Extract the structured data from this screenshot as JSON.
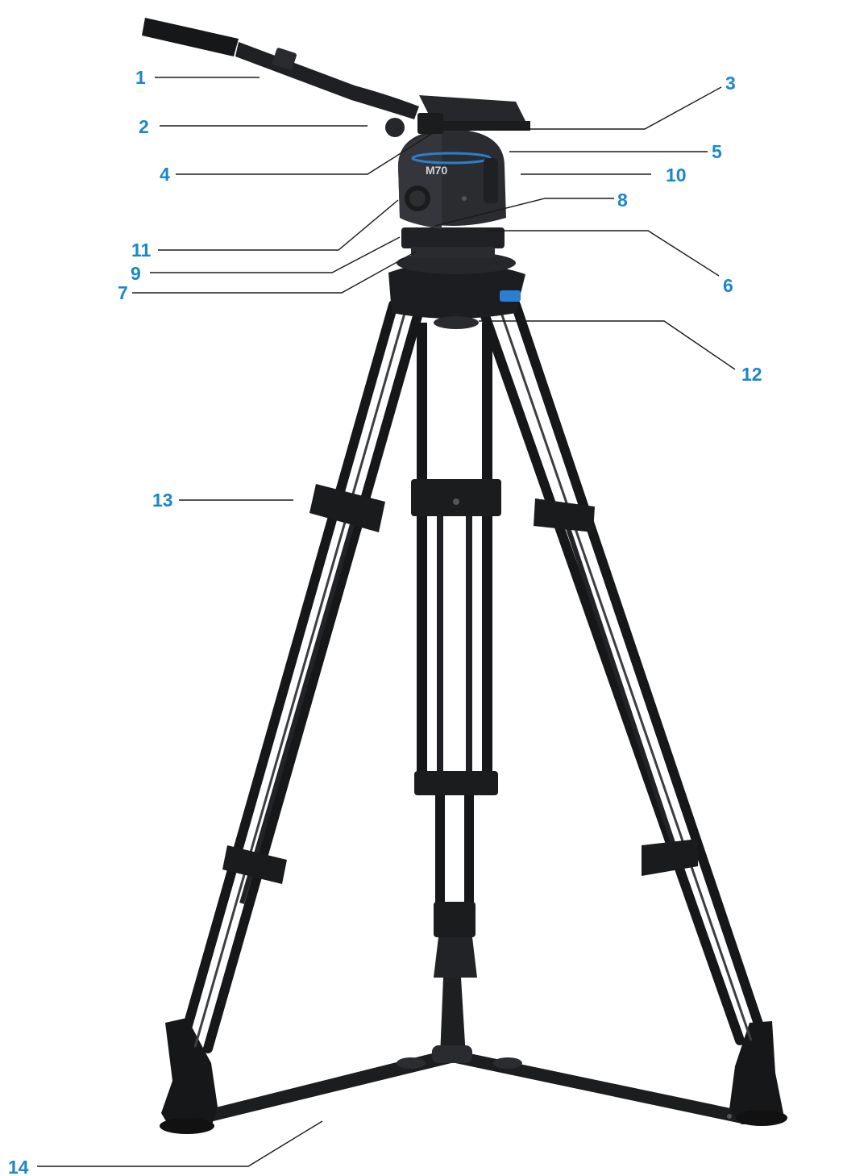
{
  "colors": {
    "label": "#1b87c9",
    "leader": "#1a1a1a",
    "metal": "#141414",
    "metal_mid": "#2a2b2e",
    "metal_light": "#4a4c50",
    "accent_blue": "#2a7fd0",
    "background": "#ffffff"
  },
  "head": {
    "model_text": "M70"
  },
  "callouts": [
    {
      "id": "1",
      "label": "1"
    },
    {
      "id": "2",
      "label": "2"
    },
    {
      "id": "3",
      "label": "3"
    },
    {
      "id": "4",
      "label": "4"
    },
    {
      "id": "5",
      "label": "5"
    },
    {
      "id": "6",
      "label": "6"
    },
    {
      "id": "7",
      "label": "7"
    },
    {
      "id": "8",
      "label": "8"
    },
    {
      "id": "9",
      "label": "9"
    },
    {
      "id": "10",
      "label": "10"
    },
    {
      "id": "11",
      "label": "11"
    },
    {
      "id": "12",
      "label": "12"
    },
    {
      "id": "13",
      "label": "13"
    },
    {
      "id": "14",
      "label": "14"
    }
  ]
}
